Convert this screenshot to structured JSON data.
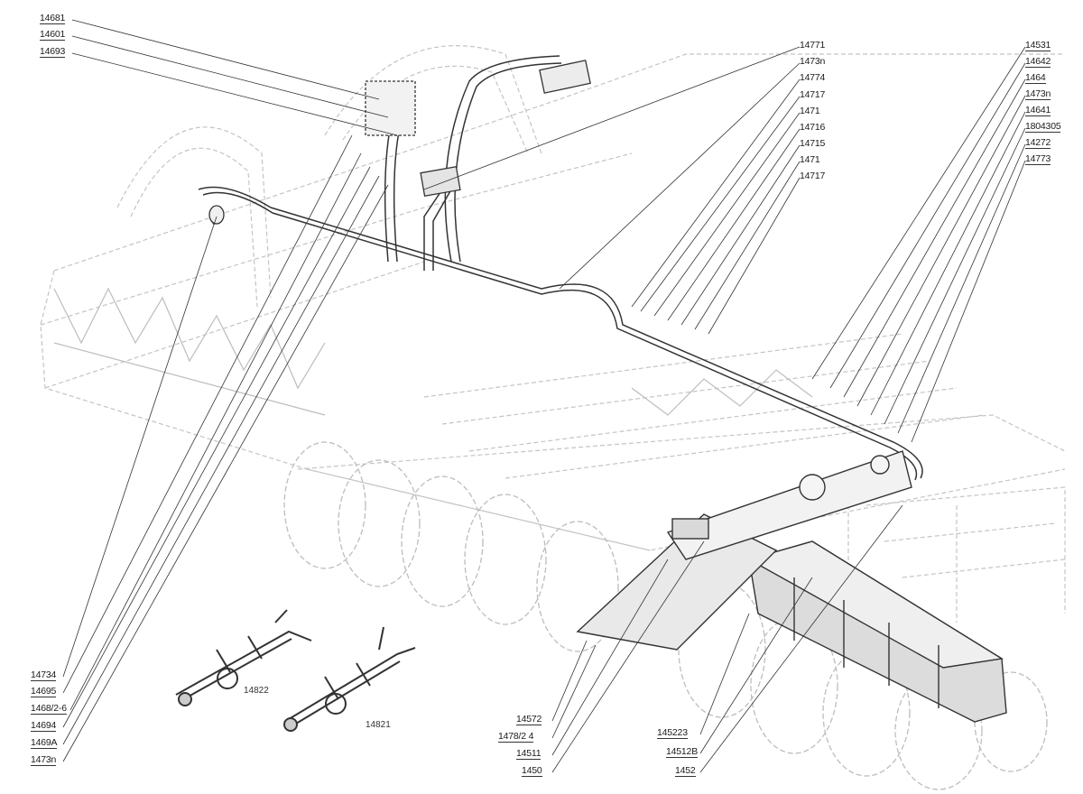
{
  "labels": {
    "top_left": [
      "14681",
      "14601",
      "14693"
    ],
    "top_center": [
      "14771",
      "1473n",
      "14774",
      "14717",
      "1471",
      "14716",
      "14715",
      "1471",
      "14717"
    ],
    "top_right": [
      "14531",
      "14642",
      "1464",
      "1473n",
      "14641",
      "1804305",
      "14272",
      "14773"
    ],
    "bottom_left": [
      "14734",
      "14695",
      "1468/2-6",
      "14694",
      "1469A",
      "1473n"
    ],
    "bottom_center": [
      "14572",
      "1478/2 4",
      "14511",
      "1450"
    ],
    "bottom_right": [
      "145223",
      "14512B",
      "1452"
    ]
  },
  "parts": {
    "part_a": "14822",
    "part_b": "14821"
  },
  "colors": {
    "ink": "#1a1a1a",
    "faint": "#b9b9b9",
    "wire": "#3a3a3a"
  }
}
